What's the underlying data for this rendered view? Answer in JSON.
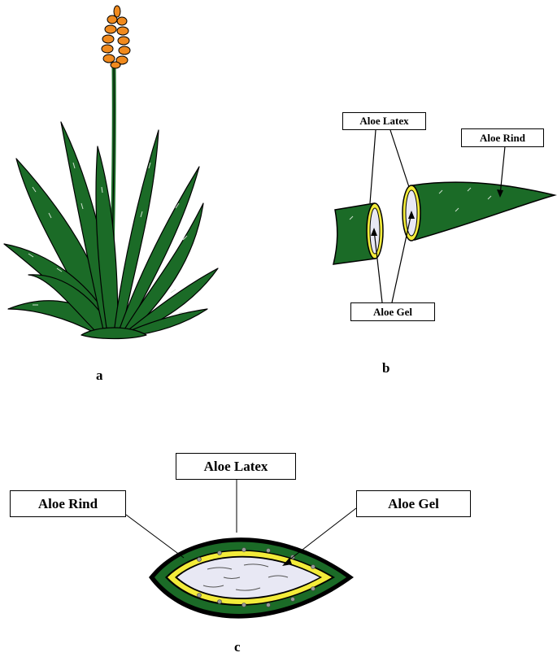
{
  "panels": {
    "a": {
      "letter": "a"
    },
    "b": {
      "letter": "b",
      "labels": {
        "latex": "Aloe Latex",
        "rind": "Aloe Rind",
        "gel": "Aloe Gel"
      }
    },
    "c": {
      "letter": "c",
      "labels": {
        "latex": "Aloe Latex",
        "rind": "Aloe Rind",
        "gel": "Aloe Gel"
      }
    }
  },
  "colors": {
    "leaf": "#1b6b27",
    "leaf_dark": "#0f4a18",
    "flower": "#f08a1e",
    "latex": "#f3ec3a",
    "gel": "#e8e8f4",
    "outline": "#000000"
  }
}
